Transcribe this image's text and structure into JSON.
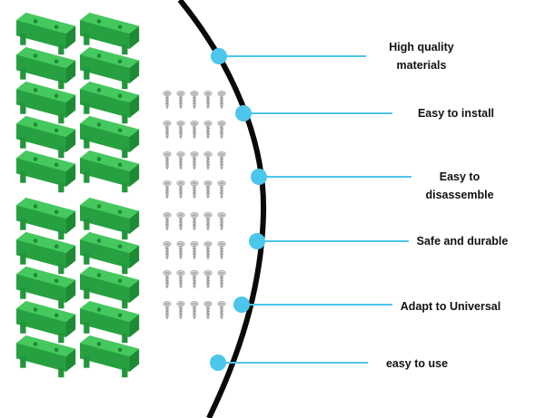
{
  "colors": {
    "background": "#ffffff",
    "arc": "#0a0a0a",
    "connector": "#4cc6ea",
    "dot": "#4cc6ea",
    "bracket": "#2fb24a",
    "bracket_dark": "#1f8a35",
    "screw": "#c4c4c4"
  },
  "features": [
    {
      "label_lines": [
        "High quality",
        "materials"
      ]
    },
    {
      "label_lines": [
        "Easy to install"
      ]
    },
    {
      "label_lines": [
        "Easy to",
        "disassemble"
      ]
    },
    {
      "label_lines": [
        "Safe and durable"
      ]
    },
    {
      "label_lines": [
        "Adapt to Universal"
      ]
    },
    {
      "label_lines": [
        "easy to use"
      ]
    }
  ],
  "product": {
    "bracket_count": 20,
    "screw_count": 40,
    "bracket_icon": "din-rail-bracket-icon",
    "screw_icon": "screw-icon"
  }
}
